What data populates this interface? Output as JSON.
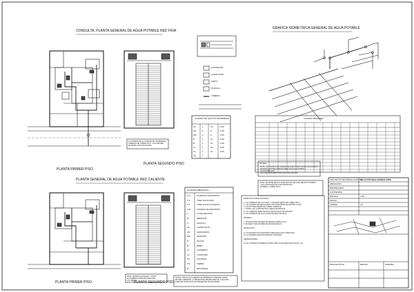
{
  "titles": {
    "plan_cold": "CONSULTA, PLANTA GENERAL DE AGUA POTABLE RED FRIA",
    "plan_hot": "PLANTA GENERAL DE AGUA POTABLE RED CALIENTE",
    "isometric": "GRAFICA ISOMETRICA GENERAL DE AGUA POTABLE",
    "first_floor_top": "PLANTA PRIMER PISO",
    "second_floor_top": "PLANTA SEGUNDO PISO",
    "first_floor_bottom": "PLANTA PRIMER PISO",
    "second_floor_bottom": "PLANTA SEGUNDO PISO",
    "schedule": "CUADRO DE GASTOS PROBABLES",
    "legend": "LEYENDA ABREVIADA",
    "hot_water_calc": "CUADRO RESUMEN",
    "notes": "NOTAS"
  },
  "legend_items": [
    "CONTADOR",
    "LLAVE PASO",
    "GRIFO",
    "VALVULA",
    "TUBERIA"
  ],
  "abbreviations": [
    {
      "code": "C.A.",
      "text": "CAJERIAS SANITARIAS"
    },
    {
      "code": "T.A.",
      "text": "TUBO AGUA FRIA"
    },
    {
      "code": "T.C.",
      "text": "TUBO AGUA CALIENTE"
    },
    {
      "code": "C.R.",
      "text": "CAMARA DE REGISTRO"
    },
    {
      "code": "L.",
      "text": "LLAVE DE PASO"
    },
    {
      "code": "M",
      "text": "MEDIDOR"
    },
    {
      "code": "V",
      "text": "VALVULA"
    },
    {
      "code": "LP",
      "text": "LAVAPLATOS"
    },
    {
      "code": "LM",
      "text": "LAVAMANOS"
    },
    {
      "code": "WC",
      "text": "INODORO"
    },
    {
      "code": "D",
      "text": "DUCHA"
    },
    {
      "code": "B",
      "text": "BIDET"
    },
    {
      "code": "LV",
      "text": "LAVADERO"
    },
    {
      "code": "LC",
      "text": "LAVADORA"
    },
    {
      "code": "CA",
      "text": "CALEFON"
    },
    {
      "code": "TR",
      "text": "TERMO"
    },
    {
      "code": "E",
      "text": "ESTANQUE"
    }
  ],
  "schedule_rows": [
    [
      "LP",
      "1",
      "12",
      "0.20"
    ],
    [
      "LM",
      "2",
      "8",
      "0.16"
    ],
    [
      "WC",
      "2",
      "6",
      "0.20"
    ],
    [
      "D",
      "1",
      "12",
      "0.20"
    ],
    [
      "B",
      "1",
      "12",
      "0.20"
    ],
    [
      "LV",
      "1",
      "15",
      "0.25"
    ],
    [
      "LC",
      "1",
      "12",
      "0.20"
    ],
    [
      "CA",
      "1",
      "-",
      "-"
    ]
  ],
  "notes_text": {
    "note_a": "NOTA: LOS TRAMOS DE CAÑERIA SE EJECUTARAN SEGUN REGLAMENTO\nDE INSTALACIONES DOMICILIARIAS DE AGUA POTABLE Y ALCANTARILLADO.\nLAS CAÑERIAS EMBUTIDAS IRAN PROTEGIDAS.",
    "note_b": "NOTA: SE INSTALARAN LLAVES DE PASO EN CADA RECINTO HUMEDO\nY EN LA ENTRADA DE CADA ARTEFACTO.\nMATERIAL: COBRE TIPO L.",
    "note_c": "NOTAS: TODAS LAS CAÑERIAS SE PROBARAN A PRESION ANTES\nDE SER CUBIERTAS. LA PRESION DE PRUEBA SERA DE 10 KG/CM2\nDURANTE 30 MINUTOS SIN PRESENTAR FILTRACIONES.",
    "spec_block": "ESPECIFICACIONES TECNICAS\n\n1. LAS CAÑERIAS DE AGUA FRIA Y CALIENTE SERAN DE COBRE TIPO L.\n2. LAS UNIONES SE EJECUTARAN CON SOLDADURA DE ESTAÑO AL 50%.\n3. LOS FITTINGS SERAN DE COBRE O BRONCE.\n4. TODAS LAS LLAVES DE PASO SERAN DE BRONCE.\n5. LAS CAÑERIAS EMBUTIDAS EN MUROS IRAN PROTEGIDAS.\n6. LAS CAÑERIAS DE AGUA CALIENTE IRAN AISLADAS.\n\nPRUEBAS\n\n7. SE EFECTUARA PRUEBA DE PRESION HIDRAULICA.\n8. SE EFECTUARA PRUEBA DE ESTANQUEIDAD.\n\nARTEFACTOS\n\n9. LOS ARTEFACTOS SANITARIOS SERAN DE LOZA VITRIFICADA.\n10. LA GRIFERIA SERA MONOMANDO CROMADA.\n\nGENERALIDADES\n\n11. EL CONTRATISTA DEBERA CONSULTAR CUALQUIER DUDA CON EL I.T.O.",
    "spec_small": "AL INTERIOR DE LA VIVIENDA SE CONSIDERAN\nCAÑERIAS DE COBRE TIPO L. LAS UNIONES\nSE HARAN CON SOLDADURA.",
    "spec_small_b": "NOTA: VERIFICAR NIVELES Y COTAS\nEN TERRENO ANTES DE EJECUTAR\nLAS OBRAS."
  },
  "title_block": {
    "project_label": "PROYECTO DE INSTALACION DE",
    "project_value": "AGUA POTABLE DOMICILIARIA",
    "location_label": "UBICACION",
    "owner_label": "PROPIETARIO",
    "sheet_label": "LAMINA",
    "sheet_value": "1/1",
    "designer_label": "PROYECTISTA",
    "reviewer_label": "REVISO",
    "approved_label": "APROBO",
    "scale_label": "ESCALA",
    "scale_value": "1:50",
    "content_label": "CONTENIDO",
    "date_label": "FECHA"
  },
  "colors": {
    "line": "#1a1a1a",
    "wall": "#111111",
    "light": "#777777"
  }
}
